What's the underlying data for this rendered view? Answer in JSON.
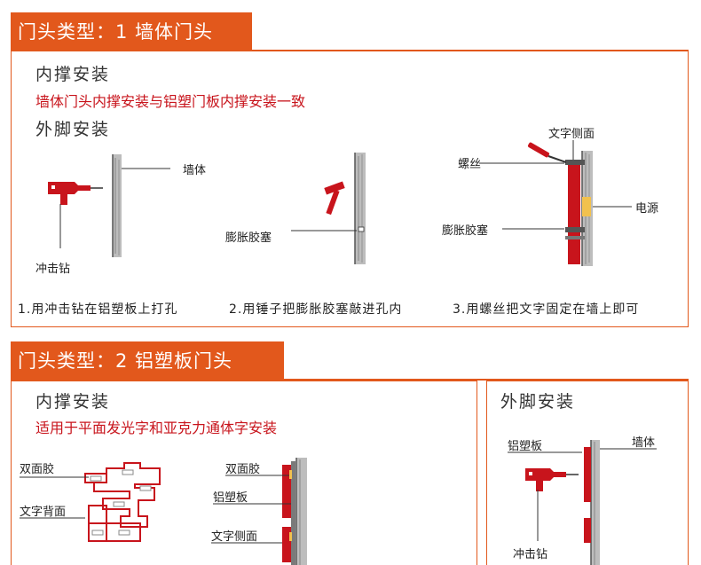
{
  "section1": {
    "tag": "门头类型：1 墙体门头",
    "inner_title": "内撑安装",
    "inner_note": "墙体门头内撑安装与铝塑门板内撑安装一致",
    "outer_title": "外脚安装",
    "labels": {
      "wall": "墙体",
      "drill": "冲击钻",
      "anchor": "膨胀胶塞",
      "text_side": "文字侧面",
      "screw": "螺丝",
      "power": "电源",
      "anchor2": "膨胀胶塞"
    },
    "steps": [
      "1.用冲击钻在铝塑板上打孔",
      "2.用锤子把膨胀胶塞敲进孔内",
      "3.用螺丝把文字固定在墙上即可"
    ]
  },
  "section2": {
    "tag": "门头类型：2 铝塑板门头",
    "inner_title": "内撑安装",
    "inner_note": "适用于平面发光字和亚克力通体字安装",
    "labels": {
      "double_tape": "双面胶",
      "char_back": "文字背面",
      "double_tape2": "双面胶",
      "aluminum": "铝塑板",
      "text_side": "文字侧面"
    },
    "outer_title": "外脚安装",
    "outer_labels": {
      "aluminum": "铝塑板",
      "wall": "墙体",
      "drill": "冲击钻"
    }
  },
  "colors": {
    "accent": "#e2581c",
    "red": "#c8141c",
    "tool": "#c8141c"
  }
}
